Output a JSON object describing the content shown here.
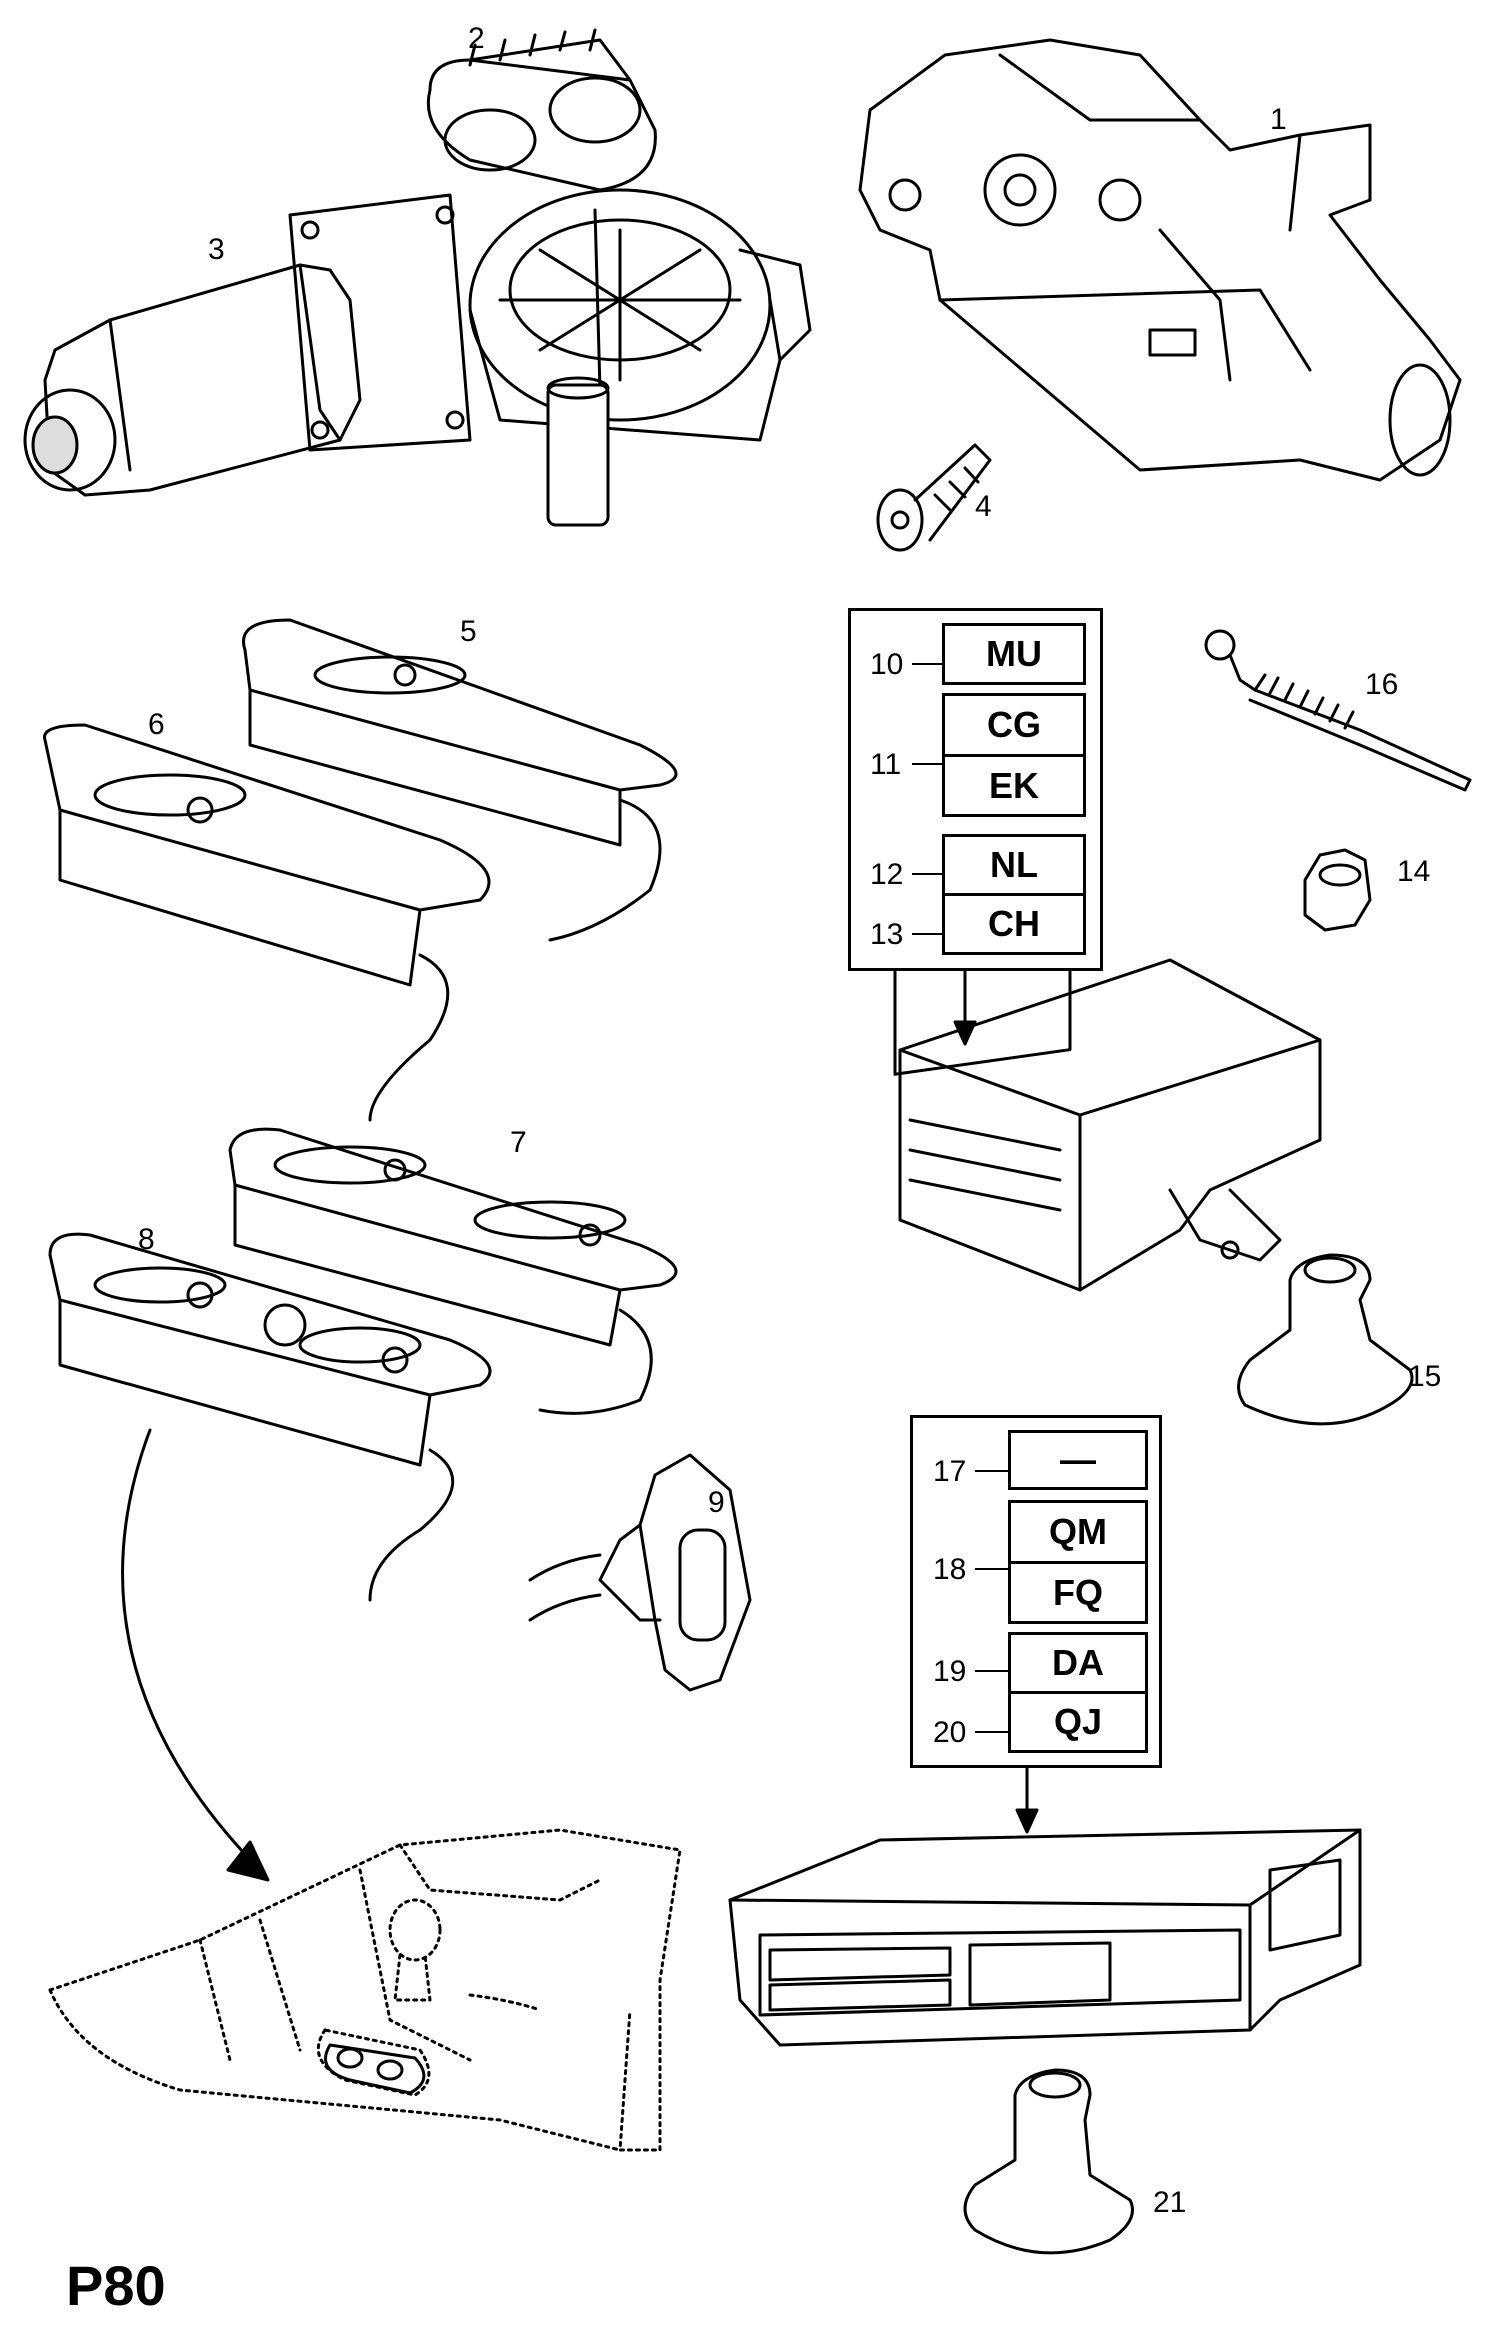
{
  "diagram_id": "P80",
  "callouts": [
    "1",
    "2",
    "3",
    "4",
    "5",
    "6",
    "7",
    "8",
    "9",
    "14",
    "15",
    "16",
    "21"
  ],
  "code_table_a": {
    "rows": [
      {
        "ref": "10",
        "codes": [
          "MU"
        ]
      },
      {
        "ref": "11",
        "codes": [
          "CG",
          "EK"
        ]
      },
      {
        "ref": "12",
        "codes": [
          "NL"
        ]
      },
      {
        "ref": "13",
        "codes": [
          "CH"
        ]
      }
    ]
  },
  "code_table_b": {
    "rows": [
      {
        "ref": "17",
        "codes": [
          "—"
        ]
      },
      {
        "ref": "18",
        "codes": [
          "QM",
          "FQ"
        ]
      },
      {
        "ref": "19",
        "codes": [
          "DA"
        ]
      },
      {
        "ref": "20",
        "codes": [
          "QJ"
        ]
      }
    ]
  }
}
